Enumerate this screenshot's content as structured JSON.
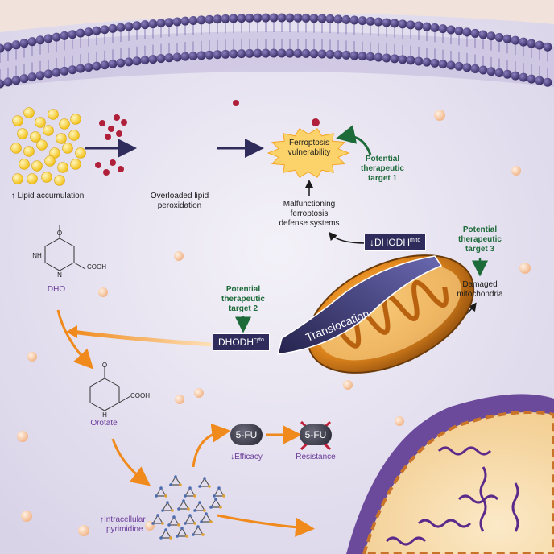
{
  "labels": {
    "lipid_accumulation": "Lipid accumulation",
    "lipid_accumulation_arrow": "↑",
    "overloaded_lipid": "Overloaded lipid",
    "peroxidation": "peroxidation",
    "ferroptosis_line1": "Ferroptosis",
    "ferroptosis_line2": "vulnerability",
    "malfunctioning_line1": "Malfunctioning",
    "malfunctioning_line2": "ferroptosis",
    "malfunctioning_line3": "defense systems",
    "target1_line1": "Potential",
    "target1_line2": "therapeutic",
    "target1_line3": "target 1",
    "target2_line1": "Potential",
    "target2_line2": "therapeutic",
    "target2_line3": "target 2",
    "target3_line1": "Potential",
    "target3_line2": "therapeutic",
    "target3_line3": "target 3",
    "damaged_line1": "Damaged",
    "damaged_line2": "mitochondria",
    "dhodh_mito_prefix": "↓DHODH",
    "dhodh_mito_sup": "mito",
    "dhodh_cyto_prefix": "DHODH",
    "dhodh_cyto_sup": "cyto",
    "translocation": "Translocation",
    "dho": "DHO",
    "orotate": "Orotate",
    "cooh_dho": "COOH",
    "cooh_orotate": "COOH",
    "fu_label": "5-FU",
    "fu_label_resistance": "5-FU",
    "efficacy": "Efficacy",
    "efficacy_arrow": "↓",
    "resistance": "Resistance",
    "pyrimidine_line1": "Intracellular",
    "pyrimidine_line2": "pyrimidine",
    "pyrimidine_arrow": "↑",
    "atom_o": "O",
    "atom_nh": "NH",
    "atom_h": "H",
    "atom_n": "N"
  },
  "colors": {
    "membrane": "#4a3f7c",
    "green": "#1e6b3a",
    "purple": "#6a3c9a",
    "orange": "#f08a1c",
    "dark_box": "#2f2c5c",
    "nucleus": "#5b3a8c"
  }
}
